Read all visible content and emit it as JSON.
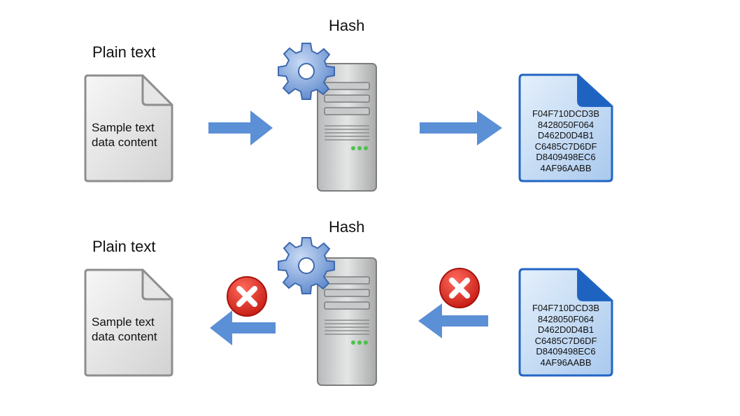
{
  "rows": [
    {
      "plain_label": "Plain text",
      "hash_label": "Hash",
      "doc_lines": [
        "Sample text",
        "data content"
      ],
      "hash_lines": [
        "F04F710DCD3B",
        "8428050F064",
        "D462D0D4B1",
        "C6485C7D6DF",
        "D8409498EC6",
        "4AF96AABB"
      ],
      "direction": "forward"
    },
    {
      "plain_label": "Plain text",
      "hash_label": "Hash",
      "doc_lines": [
        "Sample text",
        "data content"
      ],
      "hash_lines": [
        "F04F710DCD3B",
        "8428050F064",
        "D462D0D4B1",
        "C6485C7D6DF",
        "D8409498EC6",
        "4AF96AABB"
      ],
      "direction": "reverse-blocked"
    }
  ],
  "colors": {
    "arrow": "#5b8fd6",
    "hash_doc_border": "#2166c4",
    "error_red": "#d9251d",
    "server_gray": "#cfd0d0",
    "gear_blue": "#6f98d8"
  },
  "icons": [
    "document-icon",
    "gear-icon",
    "server-icon",
    "hash-document-icon",
    "arrow-right-icon",
    "arrow-left-icon",
    "error-icon"
  ]
}
